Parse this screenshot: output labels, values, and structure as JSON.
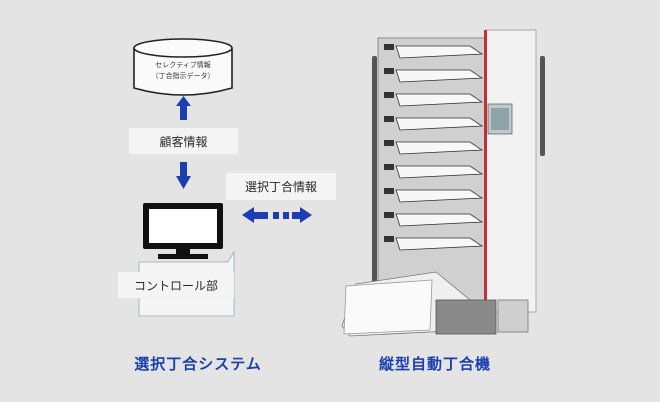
{
  "database": {
    "line1": "セレクティブ情報",
    "line2": "（丁合指示データ）"
  },
  "labels": {
    "customer_info": "顧客情報",
    "selective_collating_info": "選択丁合情報",
    "control_unit": "コントロール部"
  },
  "titles": {
    "left": "選択丁合システム",
    "right": "縦型自動丁合機"
  },
  "colors": {
    "accent_blue": "#1b3fb0",
    "background": "#e4e4e4"
  }
}
